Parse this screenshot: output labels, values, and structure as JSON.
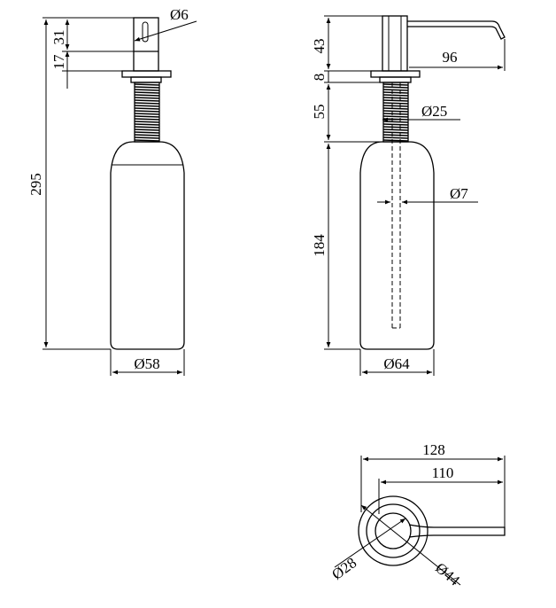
{
  "colors": {
    "line": "#000000",
    "background": "#ffffff",
    "thread": "#222222"
  },
  "dimensions": {
    "left": {
      "total_height": "295",
      "pump_head": "31",
      "collar": "17",
      "head_diameter": "Ø6",
      "bottle_diameter": "Ø58"
    },
    "right": {
      "head_height": "43",
      "flange_height": "8",
      "thread_length": "55",
      "bottle_height": "184",
      "spout_length": "96",
      "thread_diameter": "Ø25",
      "tube_diameter": "Ø7",
      "bottle_diameter": "Ø64"
    },
    "top_view": {
      "overall_length": "128",
      "spout_reach": "110",
      "inner_diameter": "Ø28",
      "flange_diameter": "Ø44"
    }
  }
}
